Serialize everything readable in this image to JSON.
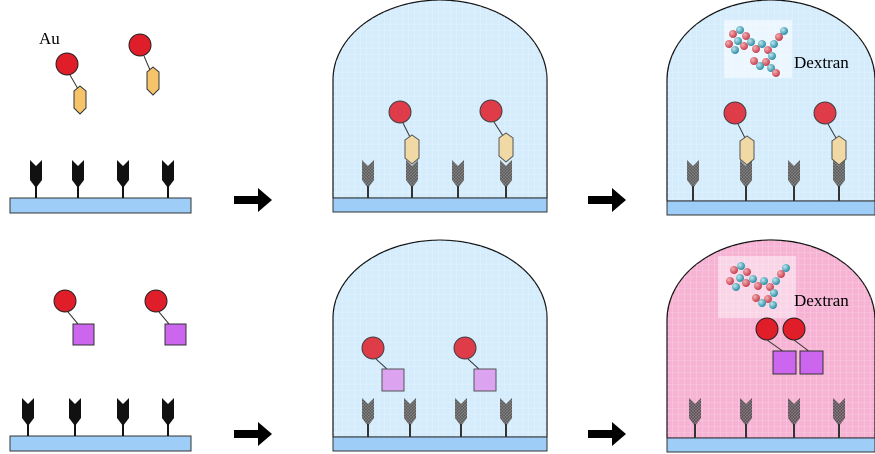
{
  "labels": {
    "gold": "Au",
    "dextran_top": "Dextran",
    "dextran_bottom": "Dextran"
  },
  "colors": {
    "gold_particle": "#e01e2a",
    "hexagon_antigen": "#f5c46a",
    "square_antigen": "#cc66ee",
    "substrate": "#9ecdf7",
    "dome_blue": "#d4ecfc",
    "dome_pink": "#f6b3d3",
    "receptor": "#111111",
    "arrow": "#000000"
  }
}
